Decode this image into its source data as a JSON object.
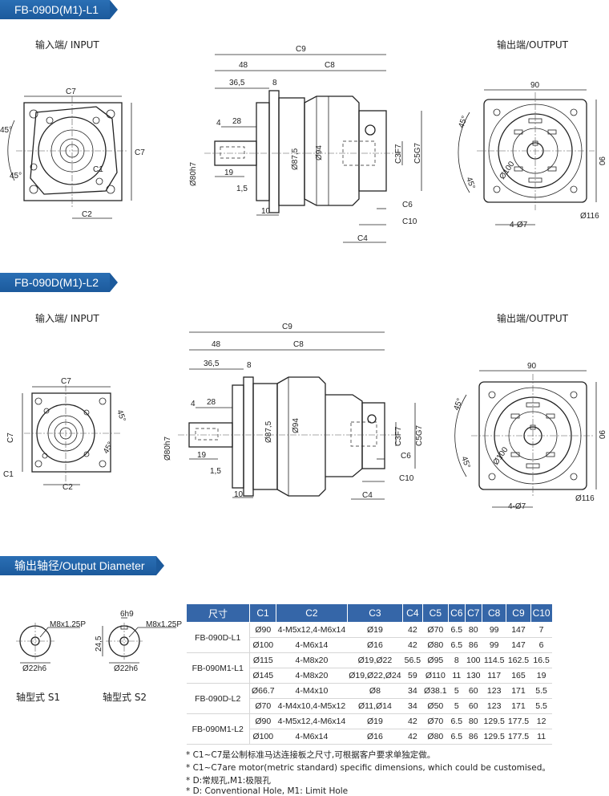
{
  "sections": {
    "l1_title": "FB-090D(M1)-L1",
    "l2_title": "FB-090D(M1)-L2",
    "output_title": "输出轴径/Output Diameter"
  },
  "labels": {
    "input": "输入端/ INPUT",
    "output": "输出端/OUTPUT",
    "shaft_s1": "轴型式 S1",
    "shaft_s2": "轴型式 S2"
  },
  "dims": {
    "c1": "C1",
    "c2": "C2",
    "c3": "C3F7",
    "c4": "C4",
    "c5": "C5G7",
    "c6": "C6",
    "c7": "C7",
    "c8": "C8",
    "c9": "C9",
    "c10": "C10",
    "d48": "48",
    "d36": "36,5",
    "d8": "8",
    "d4": "4",
    "d28": "28",
    "d19": "19",
    "d15": "1,5",
    "d10": "10",
    "d80": "Ø80h7",
    "d875": "Ø87,5",
    "d94": "Ø94",
    "d90": "90",
    "d100": "Ø100",
    "d116": "Ø116",
    "d47": "4-Ø7",
    "a45": "45°",
    "m8": "M8x1.25P",
    "d22": "Ø22h6",
    "d6": "6h9",
    "d245": "24,5"
  },
  "table": {
    "headers": [
      "尺寸",
      "C1",
      "C2",
      "C3",
      "C4",
      "C5",
      "C6",
      "C7",
      "C8",
      "C9",
      "C10"
    ],
    "groups": [
      {
        "model": "FB-090D-L1",
        "rows": [
          [
            "Ø90",
            "4-M5x12,4-M6x14",
            "Ø19",
            "42",
            "Ø70",
            "6.5",
            "80",
            "99",
            "147",
            "7"
          ],
          [
            "Ø100",
            "4-M6x14",
            "Ø16",
            "42",
            "Ø80",
            "6.5",
            "86",
            "99",
            "147",
            "6"
          ]
        ]
      },
      {
        "model": "FB-090M1-L1",
        "rows": [
          [
            "Ø115",
            "4-M8x20",
            "Ø19,Ø22",
            "56.5",
            "Ø95",
            "8",
            "100",
            "114.5",
            "162.5",
            "16.5"
          ],
          [
            "Ø145",
            "4-M8x20",
            "Ø19,Ø22,Ø24",
            "59",
            "Ø110",
            "11",
            "130",
            "117",
            "165",
            "19"
          ]
        ]
      },
      {
        "model": "FB-090D-L2",
        "rows": [
          [
            "Ø66.7",
            "4-M4x10",
            "Ø8",
            "34",
            "Ø38.1",
            "5",
            "60",
            "123",
            "171",
            "5.5"
          ],
          [
            "Ø70",
            "4-M4x10,4-M5x12",
            "Ø11,Ø14",
            "34",
            "Ø50",
            "5",
            "60",
            "123",
            "171",
            "5.5"
          ]
        ]
      },
      {
        "model": "FB-090M1-L2",
        "rows": [
          [
            "Ø90",
            "4-M5x12,4-M6x14",
            "Ø19",
            "42",
            "Ø70",
            "6.5",
            "80",
            "129.5",
            "177.5",
            "12"
          ],
          [
            "Ø100",
            "4-M6x14",
            "Ø16",
            "42",
            "Ø80",
            "6.5",
            "86",
            "129.5",
            "177.5",
            "11"
          ]
        ]
      }
    ]
  },
  "notes": [
    "* C1~C7是公制标准马达连接板之尺寸,可根据客户要求单独定做。",
    "* C1~C7are motor(metric standard)  specific dimensions, which could be customised。",
    "* D:常规孔,M1:极限孔",
    "* D: Conventional Hole, M1: Limit Hole"
  ],
  "colors": {
    "accent": "#2a6fb5",
    "table_header": "#3566a8"
  }
}
